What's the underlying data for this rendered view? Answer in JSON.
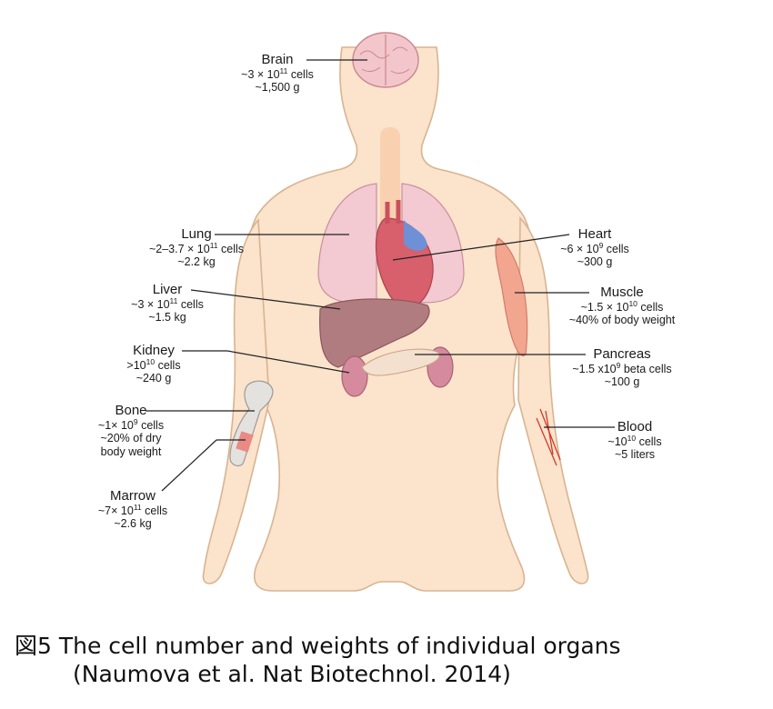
{
  "organs": {
    "brain": {
      "name": "Brain",
      "lines": [
        [
          "~3 × 10",
          "11",
          " cells"
        ],
        [
          "~1,500 g"
        ]
      ]
    },
    "lung": {
      "name": "Lung",
      "lines": [
        [
          "~2–3.7 × 10",
          "11",
          " cells"
        ],
        [
          "~2.2 kg"
        ]
      ]
    },
    "liver": {
      "name": "Liver",
      "lines": [
        [
          "~3 × 10",
          "11",
          " cells"
        ],
        [
          "~1.5 kg"
        ]
      ]
    },
    "kidney": {
      "name": "Kidney",
      "lines": [
        [
          ">10",
          "10",
          " cells"
        ],
        [
          "~240 g"
        ]
      ]
    },
    "bone": {
      "name": "Bone",
      "lines": [
        [
          "~1× 10",
          "9",
          " cells"
        ],
        [
          "~20% of dry"
        ],
        [
          "body weight"
        ]
      ]
    },
    "marrow": {
      "name": "Marrow",
      "lines": [
        [
          "~7× 10",
          "11",
          " cells"
        ],
        [
          "~2.6 kg"
        ]
      ]
    },
    "heart": {
      "name": "Heart",
      "lines": [
        [
          "~6 × 10",
          "9",
          " cells"
        ],
        [
          "~300 g"
        ]
      ]
    },
    "muscle": {
      "name": "Muscle",
      "lines": [
        [
          "~1.5 × 10",
          "10",
          " cells"
        ],
        [
          "~40% of body weight"
        ]
      ]
    },
    "pancreas": {
      "name": "Pancreas",
      "lines": [
        [
          "~1.5 x10",
          "9",
          " beta cells"
        ],
        [
          "~100 g"
        ]
      ]
    },
    "blood": {
      "name": "Blood",
      "lines": [
        [
          "~10",
          "10",
          " cells"
        ],
        [
          "~5 liters"
        ]
      ]
    }
  },
  "caption": {
    "line1": "図5  The cell number and weights of individual organs",
    "line2": "(Naumova et al. Nat Biotechnol. 2014)"
  },
  "colors": {
    "skin": "#fbe3cc",
    "skin_outline": "#d8b491",
    "lung": "#f3c9d2",
    "heart": "#d85f6c",
    "liver": "#b07c80",
    "kidney": "#d68a9e",
    "pancreas": "#f4e0cf",
    "muscle": "#f2a58f",
    "blood": "#d13a2a",
    "brain": "#f3c6cb",
    "bone": "#e4e2df",
    "marrow": "#e98a85"
  }
}
